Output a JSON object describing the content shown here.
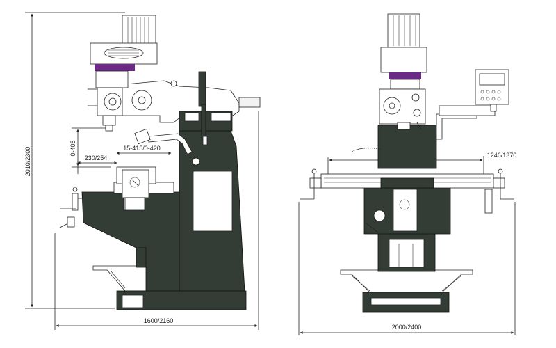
{
  "colors": {
    "machine_body": "#333d36",
    "accent_purple": "#6b2a86",
    "line": "#222222",
    "background": "#ffffff"
  },
  "side_view": {
    "overall_height": "2010/2300",
    "overall_length": "1600/2160",
    "knee_travel": "0-405",
    "table_cross": "230/254",
    "ram_travel": "15-415/0-420",
    "column_label": "0-405"
  },
  "front_view": {
    "table_travel": "1246/1370",
    "overall_width": "2000/2400"
  }
}
